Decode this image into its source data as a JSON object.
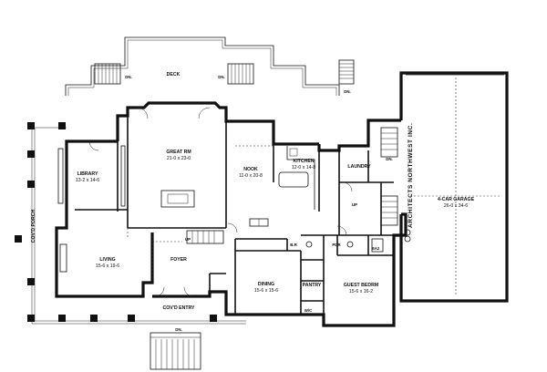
{
  "rooms": {
    "deck": {
      "name": "DECK"
    },
    "great_rm": {
      "name": "GREAT RM",
      "dims": "21-0 x 23-0"
    },
    "library": {
      "name": "LIBRARY",
      "dims": "13-2 x 14-6"
    },
    "covd_porch": {
      "name": "COV'D PORCH"
    },
    "living": {
      "name": "LIVING",
      "dims": "15-6 x 19-6"
    },
    "foyer": {
      "name": "FOYER"
    },
    "nook": {
      "name": "NOOK",
      "dims": "11-0 x 20-8"
    },
    "kitchen": {
      "name": "KITCHEN",
      "dims": "12-0 x 14-8"
    },
    "laundry": {
      "name": "LAUNDRY"
    },
    "garage": {
      "name": "4-CAR GARAGE",
      "dims": "26-0 x 34-6"
    },
    "dining": {
      "name": "DINING",
      "dims": "15-6 x 15-6"
    },
    "pantry": {
      "name": "PANTRY"
    },
    "guest_bedrm": {
      "name": "GUEST BEDRM",
      "dims": "15-6 x 16-2"
    },
    "covd_entry": {
      "name": "COV'D ENTRY"
    }
  },
  "small_labels": {
    "bar": "B.R",
    "pdr": "PDR",
    "ba2": "BA2",
    "wic": "W/C"
  },
  "stair_labels": {
    "dn": "DN.",
    "up": "UP"
  },
  "watermark": "ARCHITECTS NORTHWEST INC."
}
